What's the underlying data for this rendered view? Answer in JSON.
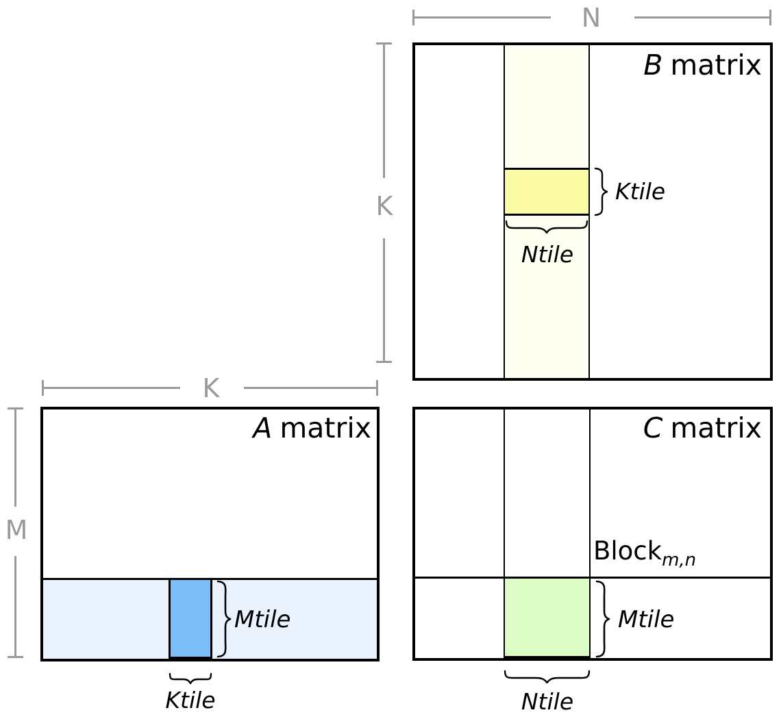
{
  "dimensions": {
    "n_label": "N",
    "k_label_b": "K",
    "k_label_a": "K",
    "m_label": "M"
  },
  "matrix_b": {
    "letter": "B",
    "word": "matrix",
    "ktile_label": "Ktile",
    "ntile_label": "Ntile"
  },
  "matrix_a": {
    "letter": "A",
    "word": "matrix",
    "mtile_label": "Mtile",
    "ktile_label": "Ktile"
  },
  "matrix_c": {
    "letter": "C",
    "word": "matrix",
    "block_label": "Block",
    "block_subscript": "m,n",
    "mtile_label": "Mtile",
    "ntile_label": "Ntile"
  },
  "colors": {
    "b_column_strip": "#FFFFF2",
    "b_ktile_fill": "#FBFBA5",
    "a_row_strip": "#E9F2FD",
    "a_mtile_fill": "#7CBEF8",
    "c_block_fill": "#DDFBC5",
    "outline": "#000000",
    "dimension_gray": "#999999"
  }
}
